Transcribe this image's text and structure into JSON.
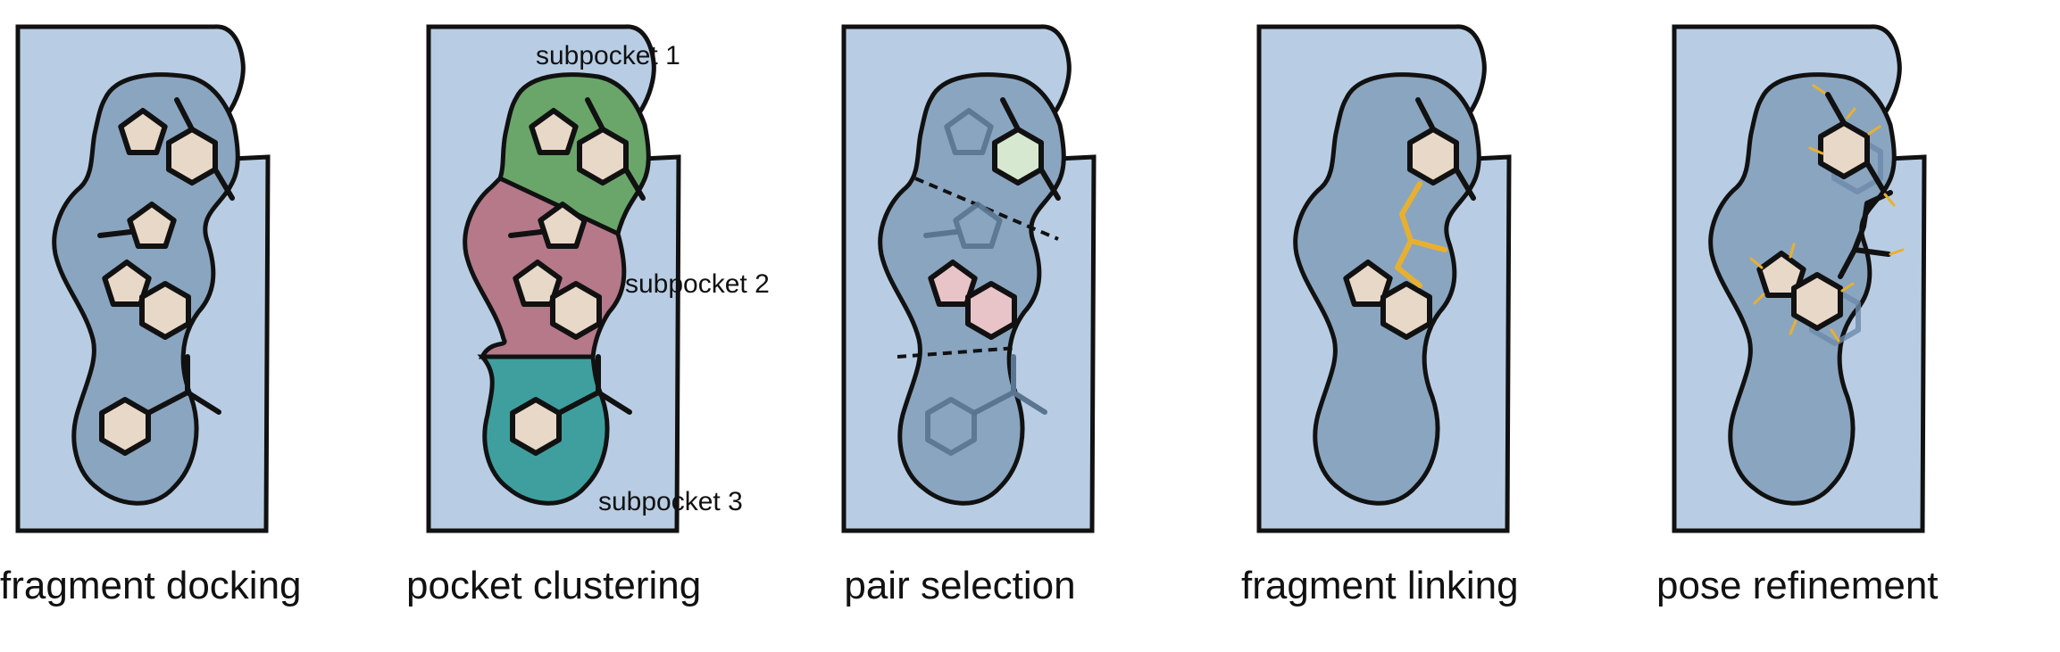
{
  "steps": [
    {
      "label": "fragment docking"
    },
    {
      "label": "pocket clustering"
    },
    {
      "label": "pair selection"
    },
    {
      "label": "fragment linking"
    },
    {
      "label": "pose refinement"
    }
  ],
  "subpockets": [
    "subpocket 1",
    "subpocket 2",
    "subpocket 3"
  ],
  "colors": {
    "protein": "#b8cde4",
    "protein_shadow": "#9fb8d6",
    "pocket": "#8aa5c0",
    "pocket_shadow": "#6d8aab",
    "fragment_fill": "#e8d8c8",
    "subpocket_1": "#6aa66a",
    "subpocket_2": "#b5798a",
    "subpocket_3": "#3f9f9f",
    "selected_green": "#d6e8cf",
    "selected_pink": "#e8c4c8",
    "linker": "#e8b030",
    "outline": "#111111"
  }
}
